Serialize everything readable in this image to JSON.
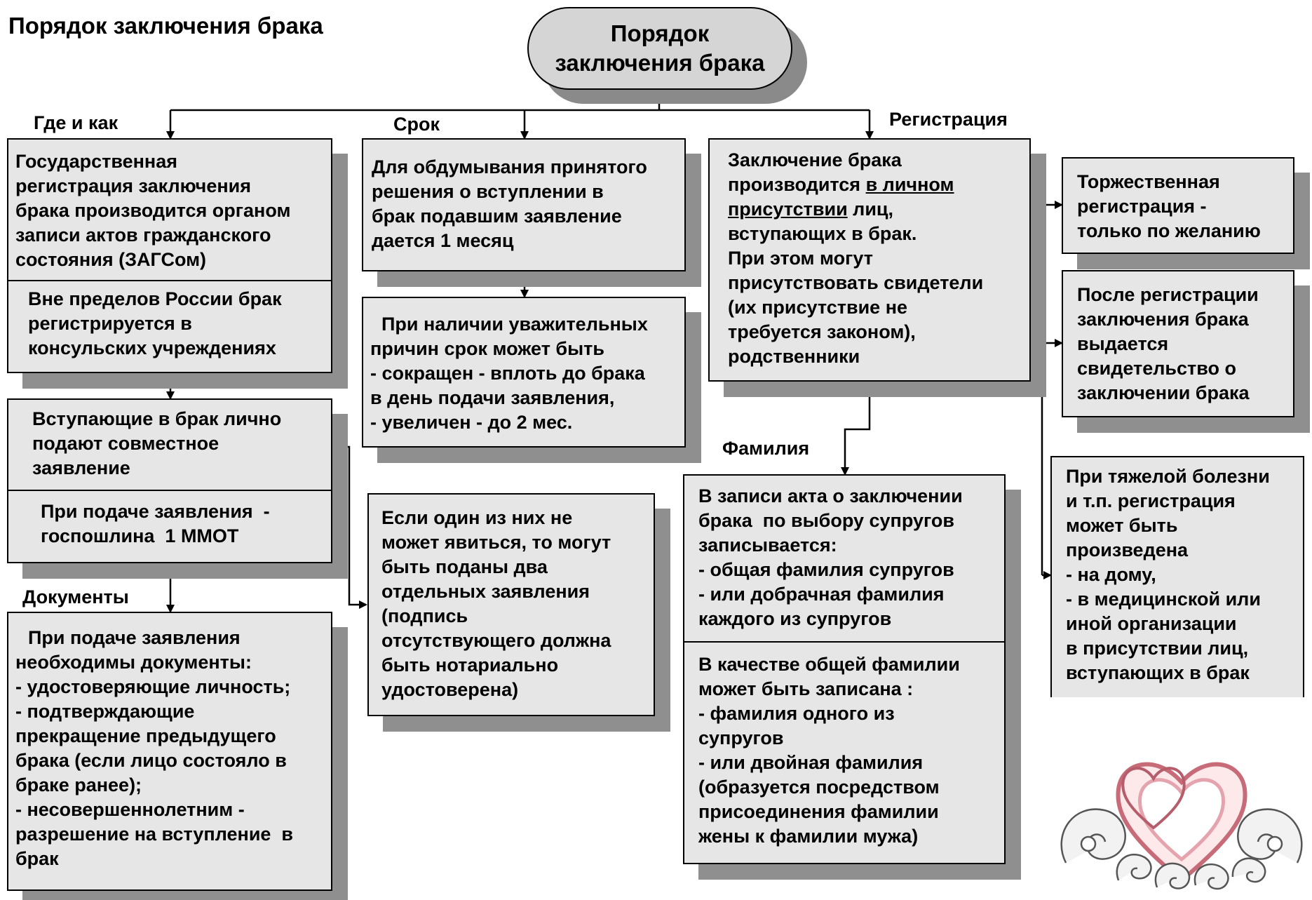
{
  "page_title": "Порядок заключения брака",
  "root": {
    "lines": [
      "Порядок",
      "заключения брака"
    ]
  },
  "branches": {
    "where_how": "Где и как",
    "term": "Срок",
    "registration": "Регистрация",
    "documents": "Документы",
    "surname": "Фамилия"
  },
  "boxes": {
    "state_registration": {
      "cells": [
        [
          "Государственная",
          "регистрация заключения",
          "брака производится органом",
          "записи актов гражданского",
          "состояния (ЗАГСом)"
        ],
        [
          "Вне пределов России брак",
          "регистрируется в",
          "консульских учреждениях"
        ]
      ]
    },
    "joint_application": {
      "cells": [
        [
          "Вступающие в брак лично",
          "подают совместное",
          "заявление"
        ],
        [
          "При подаче заявления  -",
          "госпошлина  1 ММОТ"
        ]
      ]
    },
    "documents": {
      "lines": [
        "При подаче заявления",
        "необходимы документы:",
        "- удостоверяющие личность;",
        "- подтверждающие",
        "прекращение предыдущего",
        "брака (если лицо состояло в",
        "браке ранее);",
        "- несовершеннолетним -",
        "разрешение на вступление  в",
        "брак"
      ]
    },
    "reflection_period": {
      "lines": [
        "Для обдумывания принятого",
        "решения о вступлении в",
        "брак подавшим заявление",
        "дается 1 месяц"
      ]
    },
    "good_reasons": {
      "lines": [
        "При наличии уважительных",
        "причин срок может быть",
        "- сокращен - вплоть до брака",
        "в день подачи заявления,",
        "- увеличен - до 2 мес."
      ]
    },
    "separate_applications": {
      "lines": [
        "Если один из них не",
        "может явиться, то могут",
        "быть поданы два",
        "отдельных заявления",
        "(подпись",
        "отсутствующего должна",
        "быть нотариально",
        "удостоверена)"
      ]
    },
    "personal_presence": {
      "line1": "Заключение брака",
      "line2_pre": "производится ",
      "line2_u": "в личном",
      "line3_u": "присутствии",
      "line3_post": " лиц,",
      "rest": [
        "вступающих в брак.",
        "При этом могут",
        "присутствовать свидетели",
        "(их присутствие не",
        "требуется законом),",
        "родственники"
      ]
    },
    "solemn": {
      "lines": [
        "Торжественная",
        "регистрация -",
        "только по желанию"
      ]
    },
    "certificate": {
      "lines": [
        "После регистрации",
        "заключения брака",
        "выдается",
        "свидетельство о",
        "заключении брака"
      ]
    },
    "illness": {
      "lines": [
        "При тяжелой болезни",
        "и т.п. регистрация",
        "может быть",
        "произведена",
        "- на дому,",
        "- в медицинской или",
        "иной организации",
        "в присутствии лиц,",
        "вступающих в брак"
      ]
    },
    "surname_record": {
      "cells": [
        [
          "В записи акта о заключении",
          "брака  по выбору супругов",
          "записывается:",
          "- общая фамилия супругов",
          "- или добрачная фамилия",
          "каждого из супругов"
        ],
        [
          "В качестве общей фамилии",
          "может быть записана :",
          "- фамилия одного из",
          "супругов",
          "- или двойная фамилия",
          "(образуется посредством",
          "присоединения фамилии",
          "жены к фамилии мужа)"
        ]
      ]
    }
  },
  "decoration": {
    "icon": "hearts-icon"
  }
}
